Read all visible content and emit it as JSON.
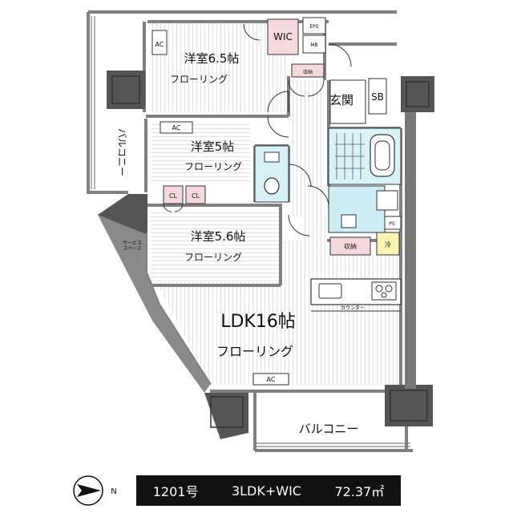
{
  "rooms": {
    "bed1_name": "洋室6.5帖",
    "bed1_floor": "フローリング",
    "bed2_name": "洋室5帖",
    "bed2_floor": "フローリング",
    "bed3_name": "洋室5.6帖",
    "bed3_floor": "フローリング",
    "ldk_name": "LDK16帖",
    "ldk_floor": "フローリング"
  },
  "labels": {
    "ac": "AC",
    "wic": "WIC",
    "eps": "EPS",
    "mb": "MB",
    "storage": "収納",
    "entrance": "玄関",
    "sb": "SB",
    "cl": "CL",
    "ps": "PS",
    "fridge": "冷",
    "service_space": "サービス\nスペース",
    "counter": "カウンター",
    "balcony": "バルコニー"
  },
  "compass": {
    "north": "N"
  },
  "footer": {
    "unit": "1201号",
    "type": "3LDK+WIC",
    "area": "72.37㎡"
  },
  "colors": {
    "wall": "#808080",
    "pillar": "#555555",
    "floor_lines": "#e2e2e2",
    "storage_fill": "#f5d9dc",
    "kitchen_fill": "#cdeef5",
    "bath_fill": "#d8f3f8",
    "fridge_fill": "#fbf3b0",
    "footer_bg": "#111111"
  }
}
